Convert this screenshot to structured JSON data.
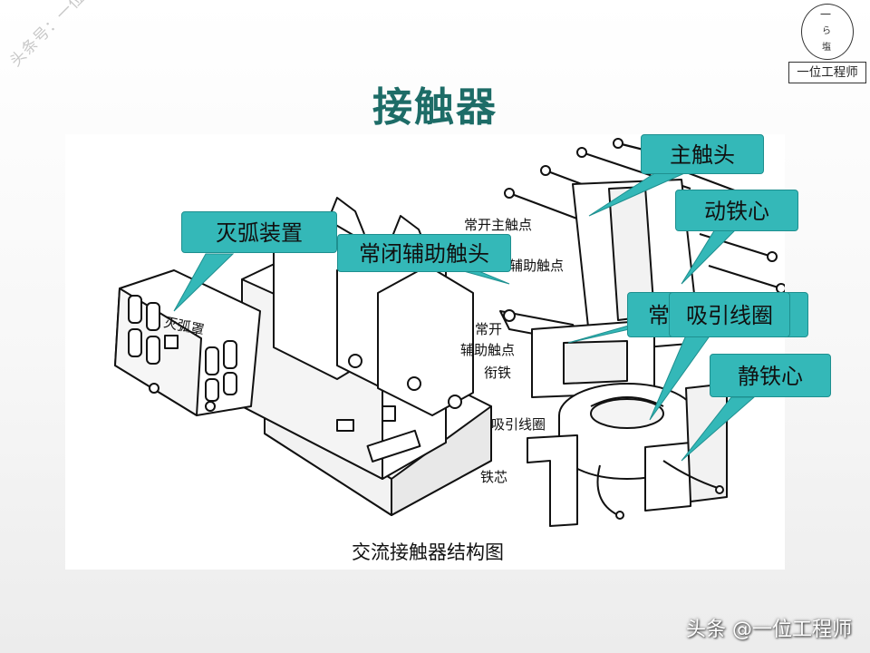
{
  "watermark": {
    "left_text": "头条号：一位工程师"
  },
  "logo": {
    "label": "一位工程师",
    "glyph_top": "一",
    "glyph_mid": "ら",
    "glyph_bottom": "塩"
  },
  "page": {
    "title": "接触器"
  },
  "diagram": {
    "caption": "交流接触器结构图",
    "printed_labels": {
      "arc_cover": "灭弧罩",
      "no_main_contact": "常开主触点",
      "aux_contact": "辅助触点",
      "no": "常开",
      "no_aux_contact": "辅助触点",
      "armature": "衔铁",
      "coil": "吸引线圈",
      "core": "铁芯"
    },
    "callouts": {
      "main_contact": "主触头",
      "moving_core": "动铁心",
      "arc_device": "灭弧装置",
      "nc_aux_contact": "常闭辅助触头",
      "no_partial": "常",
      "attraction_coil": "吸引线圈",
      "static_core": "静铁心"
    }
  },
  "colors": {
    "callout_fill": "#34b8b8",
    "title": "#1d6c67"
  },
  "footer": {
    "brand": "头条 @一位工程师"
  }
}
